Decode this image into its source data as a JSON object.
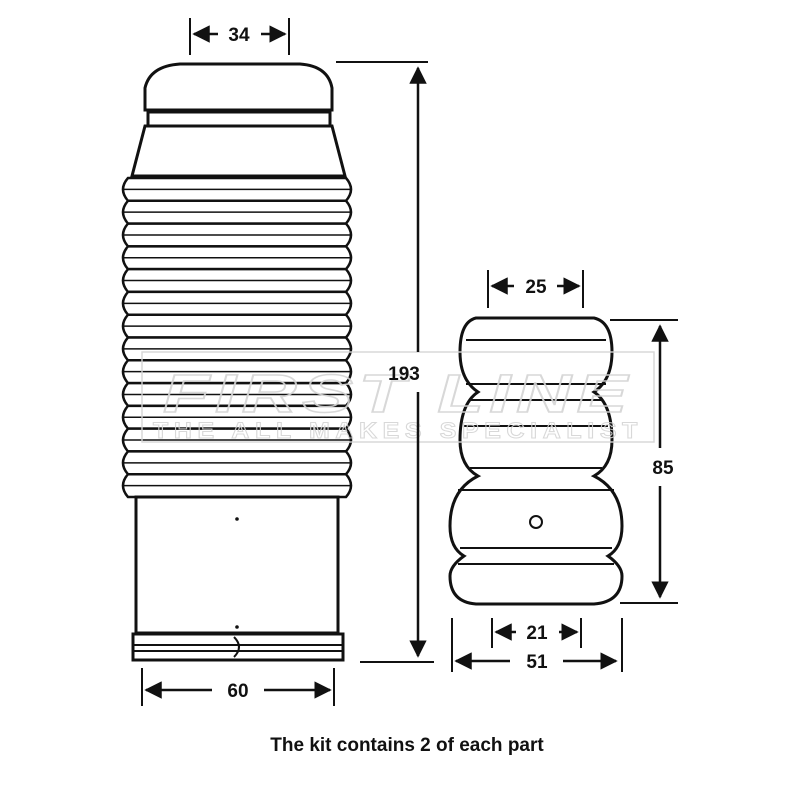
{
  "dimensions": {
    "boot_top_width": "34",
    "boot_height": "193",
    "boot_bottom_width": "60",
    "bump_top_width": "25",
    "bump_height": "85",
    "bump_inner_width": "21",
    "bump_bottom_width": "51"
  },
  "caption": "The kit contains 2 of each part",
  "watermark": {
    "brand": "FIRST LINE",
    "tagline": "THE ALL MAKES SPECIALIST"
  },
  "colors": {
    "line": "#111111",
    "watermark": "#d4d4d4"
  }
}
